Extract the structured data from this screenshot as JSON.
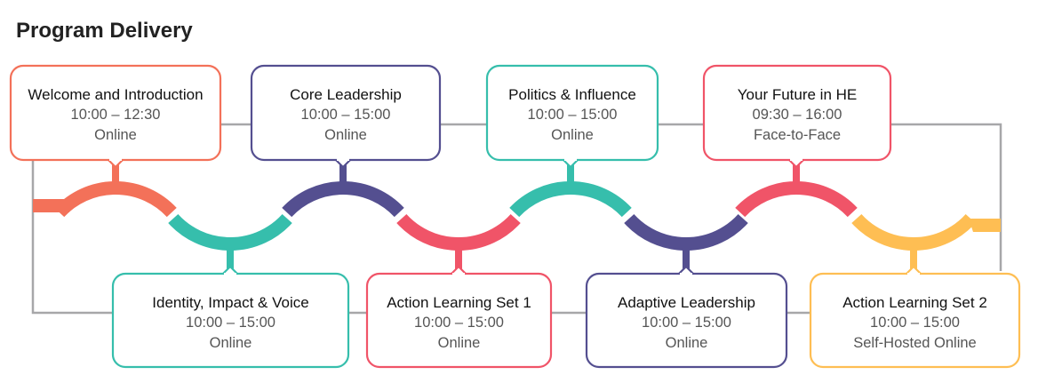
{
  "title": "Program Delivery",
  "colors": {
    "orange": "#F37159",
    "purple": "#544F90",
    "teal": "#36BEAC",
    "red": "#F05468",
    "yellow": "#FEBE53",
    "connector": "#A7A7A9"
  },
  "sessions": [
    {
      "name": "Welcome and Introduction",
      "time": "10:00 – 12:30",
      "mode": "Online",
      "color": "#F37159",
      "row": "top"
    },
    {
      "name": "Identity, Impact & Voice",
      "time": "10:00 – 15:00",
      "mode": "Online",
      "color": "#36BEAC",
      "row": "bottom"
    },
    {
      "name": "Core Leadership",
      "time": "10:00 – 15:00",
      "mode": "Online",
      "color": "#544F90",
      "row": "top"
    },
    {
      "name": "Action Learning Set 1",
      "time": "10:00 – 15:00",
      "mode": "Online",
      "color": "#F05468",
      "row": "bottom"
    },
    {
      "name": "Politics & Influence",
      "time": "10:00 – 15:00",
      "mode": "Online",
      "color": "#36BEAC",
      "row": "top"
    },
    {
      "name": "Adaptive Leadership",
      "time": "10:00 – 15:00",
      "mode": "Online",
      "color": "#544F90",
      "row": "bottom"
    },
    {
      "name": "Your Future in HE",
      "time": "09:30 – 16:00",
      "mode": "Face-to-Face",
      "color": "#F05468",
      "row": "top"
    },
    {
      "name": "Action Learning Set 2",
      "time": "10:00 – 15:00",
      "mode": "Self-Hosted Online",
      "color": "#FEBE53",
      "row": "bottom"
    }
  ]
}
